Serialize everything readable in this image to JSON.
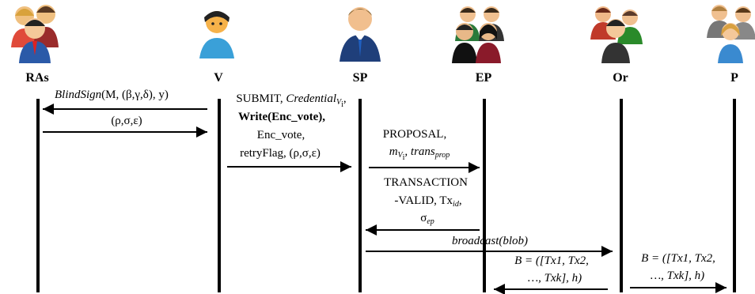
{
  "actors": [
    {
      "id": "ras",
      "label": "RAs"
    },
    {
      "id": "v",
      "label": "V"
    },
    {
      "id": "sp",
      "label": "SP"
    },
    {
      "id": "ep",
      "label": "EP"
    },
    {
      "id": "or",
      "label": "Or"
    },
    {
      "id": "p",
      "label": "P"
    }
  ],
  "messages": {
    "m1_fn": "BlindSign",
    "m1_args": "(M, (β,γ,δ), y)",
    "m2": "(ρ,σ,ε)",
    "m3_l1_a": "SUBMIT, ",
    "m3_l1_b": "Credential",
    "m3_l1_sub": "V",
    "m3_l1_subsub": "i",
    "m3_l1_c": ",",
    "m3_l2": "Write(Enc_vote),",
    "m3_l3": "Enc_vote,",
    "m3_l4": "retryFlag, (ρ,σ,ε)",
    "m4_l1": "PROPOSAL,",
    "m4_l2_a": "m",
    "m4_l2_sub": "V",
    "m4_l2_subsub": "i",
    "m4_l2_b": ", trans",
    "m4_l2_sub2": "prop",
    "m5_l1": "TRANSACTION",
    "m5_l2_a": "-VALID, Tx",
    "m5_l2_sub": "id",
    "m5_l2_b": ",",
    "m5_l3_a": "σ",
    "m5_l3_sub": "ep",
    "m6": "broadcast(blob)",
    "m7_l1": "B = ([Tx1, Tx2,",
    "m7_l2": "…, Txk], h)",
    "m8_l1": "B = ([Tx1, Tx2,",
    "m8_l2": "…, Txk], h)"
  }
}
